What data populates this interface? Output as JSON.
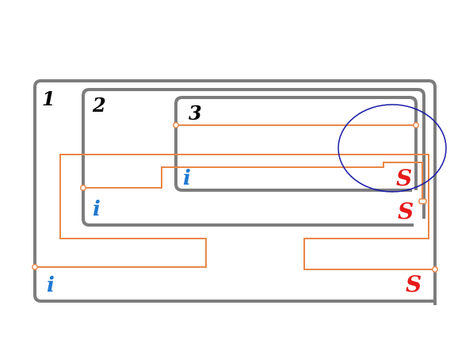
{
  "colors": {
    "box": "#7d7d7d",
    "wire": "#e8874a",
    "i_label": "#1f78d1",
    "s_label": "#e61919",
    "circle": "#1a1aa6",
    "number": "#000000"
  },
  "regions": [
    {
      "number": "1",
      "i_label": "i",
      "s_label": "S"
    },
    {
      "number": "2",
      "i_label": "i",
      "s_label": "S"
    },
    {
      "number": "3",
      "i_label": "i",
      "s_label": "S"
    }
  ],
  "icons": {
    "highlight": "highlight-circle",
    "node": "wire-node-circle"
  }
}
